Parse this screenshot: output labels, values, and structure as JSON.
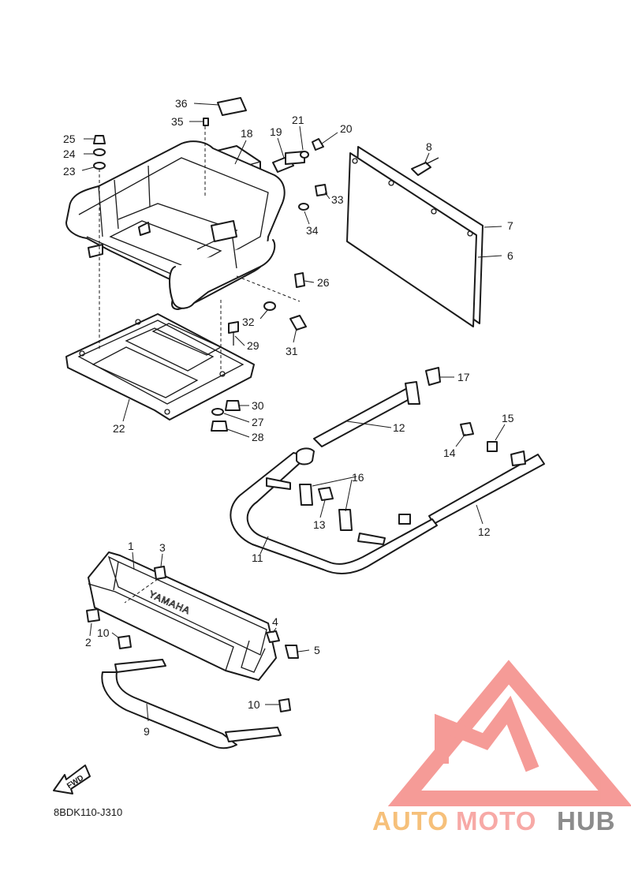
{
  "diagram_code": "8BDK110-J310",
  "fwd_label": "FWD",
  "embossed_brand": "YAMAHA",
  "watermark": {
    "part1": "AUTO",
    "part2": "MOTO",
    "part3": "HUB",
    "color_part1": "#f6c07a",
    "color_part2": "#f7a9a6",
    "color_part3": "#8c8c8c",
    "logo_color": "#f48a86"
  },
  "callouts": [
    {
      "id": "c36",
      "text": "36"
    },
    {
      "id": "c35",
      "text": "35"
    },
    {
      "id": "c18",
      "text": "18"
    },
    {
      "id": "c19",
      "text": "19"
    },
    {
      "id": "c21",
      "text": "21"
    },
    {
      "id": "c20",
      "text": "20"
    },
    {
      "id": "c8",
      "text": "8"
    },
    {
      "id": "c25",
      "text": "25"
    },
    {
      "id": "c24",
      "text": "24"
    },
    {
      "id": "c23",
      "text": "23"
    },
    {
      "id": "c33",
      "text": "33"
    },
    {
      "id": "c34",
      "text": "34"
    },
    {
      "id": "c7",
      "text": "7"
    },
    {
      "id": "c6",
      "text": "6"
    },
    {
      "id": "c26",
      "text": "26"
    },
    {
      "id": "c32",
      "text": "32"
    },
    {
      "id": "c29",
      "text": "29"
    },
    {
      "id": "c31",
      "text": "31"
    },
    {
      "id": "c17",
      "text": "17"
    },
    {
      "id": "c22",
      "text": "22"
    },
    {
      "id": "c30",
      "text": "30"
    },
    {
      "id": "c27",
      "text": "27"
    },
    {
      "id": "c28",
      "text": "28"
    },
    {
      "id": "c12a",
      "text": "12"
    },
    {
      "id": "c15",
      "text": "15"
    },
    {
      "id": "c14",
      "text": "14"
    },
    {
      "id": "c16",
      "text": "16"
    },
    {
      "id": "c13",
      "text": "13"
    },
    {
      "id": "c12b",
      "text": "12"
    },
    {
      "id": "c11",
      "text": "11"
    },
    {
      "id": "c1",
      "text": "1"
    },
    {
      "id": "c3",
      "text": "3"
    },
    {
      "id": "c2",
      "text": "2"
    },
    {
      "id": "c10a",
      "text": "10"
    },
    {
      "id": "c4",
      "text": "4"
    },
    {
      "id": "c5",
      "text": "5"
    },
    {
      "id": "c10b",
      "text": "10"
    },
    {
      "id": "c9",
      "text": "9"
    }
  ]
}
